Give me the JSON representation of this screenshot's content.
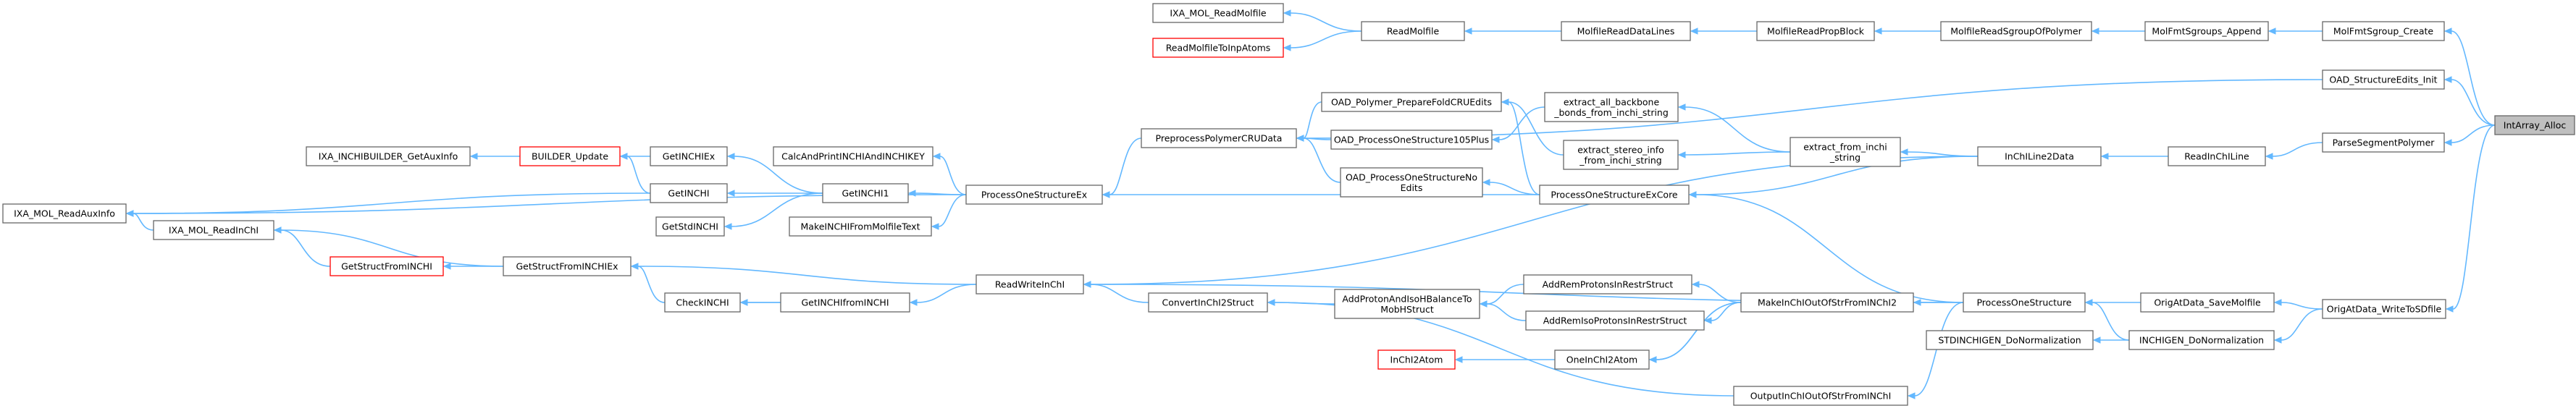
{
  "graph": {
    "edge_color": "#63b8ff",
    "box_border_color": "#666666",
    "highlight_border_color": "#ff0000",
    "root_fill_color": "#bfbfbf",
    "nodes": [
      {
        "id": "IntArray_Alloc",
        "lines": [
          "IntArray_Alloc"
        ],
        "style": "root"
      },
      {
        "id": "MolFmtSgroup_Create",
        "lines": [
          "MolFmtSgroup_Create"
        ]
      },
      {
        "id": "OAD_StructureEdits_Init",
        "lines": [
          "OAD_StructureEdits_Init"
        ]
      },
      {
        "id": "ParseSegmentPolymer",
        "lines": [
          "ParseSegmentPolymer"
        ]
      },
      {
        "id": "OrigAtData_WriteToSDfile",
        "lines": [
          "OrigAtData_WriteToSDfile"
        ]
      },
      {
        "id": "MolFmtSgroups_Append",
        "lines": [
          "MolFmtSgroups_Append"
        ]
      },
      {
        "id": "MolfileReadSgroupOfPolymer",
        "lines": [
          "MolfileReadSgroupOfPolymer"
        ]
      },
      {
        "id": "MolfileReadPropBlock",
        "lines": [
          "MolfileReadPropBlock"
        ]
      },
      {
        "id": "MolfileReadDataLines",
        "lines": [
          "MolfileReadDataLines"
        ]
      },
      {
        "id": "ReadMolfile",
        "lines": [
          "ReadMolfile"
        ]
      },
      {
        "id": "IXA_MOL_ReadMolfile",
        "lines": [
          "IXA_MOL_ReadMolfile"
        ]
      },
      {
        "id": "ReadMolfileToInpAtoms",
        "lines": [
          "ReadMolfileToInpAtoms"
        ],
        "style": "red"
      },
      {
        "id": "ReadInChILine",
        "lines": [
          "ReadInChILine"
        ]
      },
      {
        "id": "InChILine2Data",
        "lines": [
          "InChILine2Data"
        ]
      },
      {
        "id": "extract_from_inchi_string",
        "lines": [
          "extract_from_inchi",
          "_string"
        ]
      },
      {
        "id": "extract_all_backbone",
        "lines": [
          "extract_all_backbone",
          "_bonds_from_inchi_string"
        ]
      },
      {
        "id": "extract_stereo_info",
        "lines": [
          "extract_stereo_info",
          "_from_inchi_string"
        ]
      },
      {
        "id": "OAD_Polymer_PrepareFoldCRUEdits",
        "lines": [
          "OAD_Polymer_PrepareFoldCRUEdits"
        ]
      },
      {
        "id": "OAD_ProcessOneStructure105Plus",
        "lines": [
          "OAD_ProcessOneStructure105Plus"
        ]
      },
      {
        "id": "OAD_ProcessOneStructureNoEdits",
        "lines": [
          "OAD_ProcessOneStructureNo",
          "Edits"
        ]
      },
      {
        "id": "PreprocessPolymerCRUData",
        "lines": [
          "PreprocessPolymerCRUData"
        ]
      },
      {
        "id": "ProcessOneStructureExCore",
        "lines": [
          "ProcessOneStructureExCore"
        ]
      },
      {
        "id": "ProcessOneStructureEx",
        "lines": [
          "ProcessOneStructureEx"
        ]
      },
      {
        "id": "CalcAndPrintINCHIAndINCHIKEY",
        "lines": [
          "CalcAndPrintINCHIAndINCHIKEY"
        ]
      },
      {
        "id": "MakeINCHIFromMolfileText",
        "lines": [
          "MakeINCHIFromMolfileText"
        ]
      },
      {
        "id": "GetINCHI1",
        "lines": [
          "GetINCHI1"
        ]
      },
      {
        "id": "GetINCHIEx",
        "lines": [
          "GetINCHIEx"
        ]
      },
      {
        "id": "GetINCHI",
        "lines": [
          "GetINCHI"
        ]
      },
      {
        "id": "GetStdINCHI",
        "lines": [
          "GetStdINCHI"
        ]
      },
      {
        "id": "BUILDER_Update",
        "lines": [
          "BUILDER_Update"
        ],
        "style": "red"
      },
      {
        "id": "IXA_INCHIBUILDER_GetAuxInfo",
        "lines": [
          "IXA_INCHIBUILDER_GetAuxInfo"
        ]
      },
      {
        "id": "IXA_MOL_ReadAuxInfo",
        "lines": [
          "IXA_MOL_ReadAuxInfo"
        ]
      },
      {
        "id": "IXA_MOL_ReadInChI",
        "lines": [
          "IXA_MOL_ReadInChI"
        ]
      },
      {
        "id": "GetStructFromINCHI",
        "lines": [
          "GetStructFromINCHI"
        ],
        "style": "red"
      },
      {
        "id": "GetStructFromINCHIEx",
        "lines": [
          "GetStructFromINCHIEx"
        ]
      },
      {
        "id": "CheckINCHI",
        "lines": [
          "CheckINCHI"
        ]
      },
      {
        "id": "GetINCHIfromINCHI",
        "lines": [
          "GetINCHIfromINCHI"
        ]
      },
      {
        "id": "ReadWriteInChI",
        "lines": [
          "ReadWriteInChI"
        ]
      },
      {
        "id": "ConvertInChI2Struct",
        "lines": [
          "ConvertInChI2Struct"
        ]
      },
      {
        "id": "AddProtonAndIsoHBalanceToMobHStruct",
        "lines": [
          "AddProtonAndIsoHBalanceTo",
          "MobHStruct"
        ]
      },
      {
        "id": "AddRemProtonsInRestrStruct",
        "lines": [
          "AddRemProtonsInRestrStruct"
        ]
      },
      {
        "id": "AddRemIsoProtonsInRestrStruct",
        "lines": [
          "AddRemIsoProtonsInRestrStruct"
        ]
      },
      {
        "id": "MakeInChIOutOfStrFromINChI2",
        "lines": [
          "MakeInChIOutOfStrFromINChI2"
        ]
      },
      {
        "id": "InChI2Atom",
        "lines": [
          "InChI2Atom"
        ],
        "style": "red"
      },
      {
        "id": "OneInChI2Atom",
        "lines": [
          "OneInChI2Atom"
        ]
      },
      {
        "id": "OutputInChIOutOfStrFromINChI",
        "lines": [
          "OutputInChIOutOfStrFromINChI"
        ]
      },
      {
        "id": "ProcessOneStructure",
        "lines": [
          "ProcessOneStructure"
        ]
      },
      {
        "id": "OrigAtData_SaveMolfile",
        "lines": [
          "OrigAtData_SaveMolfile"
        ]
      },
      {
        "id": "STDINCHIGEN_DoNormalization",
        "lines": [
          "STDINCHIGEN_DoNormalization"
        ]
      },
      {
        "id": "INCHIGEN_DoNormalization",
        "lines": [
          "INCHIGEN_DoNormalization"
        ]
      }
    ],
    "edges": [
      {
        "from": "MolFmtSgroup_Create",
        "to": "IntArray_Alloc"
      },
      {
        "from": "OAD_StructureEdits_Init",
        "to": "IntArray_Alloc"
      },
      {
        "from": "ParseSegmentPolymer",
        "to": "IntArray_Alloc"
      },
      {
        "from": "OrigAtData_WriteToSDfile",
        "to": "IntArray_Alloc"
      },
      {
        "from": "MolFmtSgroups_Append",
        "to": "MolFmtSgroup_Create"
      },
      {
        "from": "MolfileReadSgroupOfPolymer",
        "to": "MolFmtSgroups_Append"
      },
      {
        "from": "MolfileReadPropBlock",
        "to": "MolfileReadSgroupOfPolymer"
      },
      {
        "from": "MolfileReadDataLines",
        "to": "MolfileReadPropBlock"
      },
      {
        "from": "ReadMolfile",
        "to": "MolfileReadDataLines"
      },
      {
        "from": "IXA_MOL_ReadMolfile",
        "to": "ReadMolfile"
      },
      {
        "from": "ReadMolfileToInpAtoms",
        "to": "ReadMolfile"
      },
      {
        "from": "PreprocessPolymerCRUData",
        "to": "OAD_StructureEdits_Init"
      },
      {
        "from": "ReadInChILine",
        "to": "ParseSegmentPolymer"
      },
      {
        "from": "InChILine2Data",
        "to": "ReadInChILine"
      },
      {
        "from": "extract_from_inchi_string",
        "to": "InChILine2Data"
      },
      {
        "from": "ProcessOneStructureExCore",
        "to": "InChILine2Data"
      },
      {
        "from": "ReadWriteInChI",
        "to": "InChILine2Data"
      },
      {
        "from": "extract_all_backbone",
        "to": "extract_from_inchi_string"
      },
      {
        "from": "extract_stereo_info",
        "to": "extract_from_inchi_string"
      },
      {
        "from": "OAD_Polymer_PrepareFoldCRUEdits",
        "to": "extract_stereo_info"
      },
      {
        "from": "OAD_ProcessOneStructure105Plus",
        "to": "extract_all_backbone"
      },
      {
        "from": "OAD_Polymer_PrepareFoldCRUEdits",
        "to": "ProcessOneStructureExCore"
      },
      {
        "from": "OAD_ProcessOneStructureNoEdits",
        "to": "ProcessOneStructureExCore"
      },
      {
        "from": "PreprocessPolymerCRUData",
        "to": "OAD_Polymer_PrepareFoldCRUEdits"
      },
      {
        "from": "PreprocessPolymerCRUData",
        "to": "OAD_ProcessOneStructure105Plus"
      },
      {
        "from": "PreprocessPolymerCRUData",
        "to": "OAD_ProcessOneStructureNoEdits"
      },
      {
        "from": "ProcessOneStructureEx",
        "to": "PreprocessPolymerCRUData"
      },
      {
        "from": "ProcessOneStructureEx",
        "to": "ProcessOneStructureExCore"
      },
      {
        "from": "ProcessOneStructureExCore",
        "to": "ProcessOneStructure"
      },
      {
        "from": "CalcAndPrintINCHIAndINCHIKEY",
        "to": "ProcessOneStructureEx"
      },
      {
        "from": "GetINCHI1",
        "to": "ProcessOneStructureEx"
      },
      {
        "from": "MakeINCHIFromMolfileText",
        "to": "ProcessOneStructureEx"
      },
      {
        "from": "GetINCHIEx",
        "to": "GetINCHI1"
      },
      {
        "from": "GetINCHI",
        "to": "GetINCHI1"
      },
      {
        "from": "GetStdINCHI",
        "to": "GetINCHI1"
      },
      {
        "from": "BUILDER_Update",
        "to": "GetINCHIEx"
      },
      {
        "from": "BUILDER_Update",
        "to": "GetINCHI"
      },
      {
        "from": "IXA_INCHIBUILDER_GetAuxInfo",
        "to": "BUILDER_Update"
      },
      {
        "from": "IXA_MOL_ReadAuxInfo",
        "to": "GetINCHI"
      },
      {
        "from": "IXA_MOL_ReadAuxInfo",
        "to": "ProcessOneStructureEx"
      },
      {
        "from": "IXA_MOL_ReadAuxInfo",
        "to": "IXA_MOL_ReadInChI"
      },
      {
        "from": "IXA_MOL_ReadInChI",
        "to": "GetStructFromINCHI"
      },
      {
        "from": "IXA_MOL_ReadInChI",
        "to": "GetStructFromINCHIEx"
      },
      {
        "from": "GetStructFromINCHI",
        "to": "GetStructFromINCHIEx"
      },
      {
        "from": "GetStructFromINCHIEx",
        "to": "ReadWriteInChI"
      },
      {
        "from": "CheckINCHI",
        "to": "GetStructFromINCHIEx"
      },
      {
        "from": "CheckINCHI",
        "to": "GetINCHIfromINCHI"
      },
      {
        "from": "GetINCHIfromINCHI",
        "to": "CheckINCHI"
      },
      {
        "from": "GetINCHIfromINCHI",
        "to": "ReadWriteInChI"
      },
      {
        "from": "ReadWriteInChI",
        "to": "ProcessOneStructure"
      },
      {
        "from": "ConvertInChI2Struct",
        "to": "ReadWriteInChI"
      },
      {
        "from": "ConvertInChI2Struct",
        "to": "OutputInChIOutOfStrFromINChI"
      },
      {
        "from": "AddProtonAndIsoHBalanceToMobHStruct",
        "to": "ConvertInChI2Struct"
      },
      {
        "from": "AddRemProtonsInRestrStruct",
        "to": "AddProtonAndIsoHBalanceToMobHStruct"
      },
      {
        "from": "AddRemIsoProtonsInRestrStruct",
        "to": "AddProtonAndIsoHBalanceToMobHStruct"
      },
      {
        "from": "MakeInChIOutOfStrFromINChI2",
        "to": "AddRemProtonsInRestrStruct"
      },
      {
        "from": "MakeInChIOutOfStrFromINChI2",
        "to": "AddRemIsoProtonsInRestrStruct"
      },
      {
        "from": "MakeInChIOutOfStrFromINChI2",
        "to": "OneInChI2Atom"
      },
      {
        "from": "InChI2Atom",
        "to": "OneInChI2Atom"
      },
      {
        "from": "OneInChI2Atom",
        "to": "MakeInChIOutOfStrFromINChI2"
      },
      {
        "from": "ProcessOneStructure",
        "to": "MakeInChIOutOfStrFromINChI2"
      },
      {
        "from": "ProcessOneStructure",
        "to": "OutputInChIOutOfStrFromINChI"
      },
      {
        "from": "OrigAtData_SaveMolfile",
        "to": "ProcessOneStructure"
      },
      {
        "from": "OrigAtData_WriteToSDfile",
        "to": "OrigAtData_SaveMolfile"
      },
      {
        "from": "OrigAtData_WriteToSDfile",
        "to": "INCHIGEN_DoNormalization"
      },
      {
        "from": "INCHIGEN_DoNormalization",
        "to": "ProcessOneStructure"
      },
      {
        "from": "STDINCHIGEN_DoNormalization",
        "to": "INCHIGEN_DoNormalization"
      }
    ]
  }
}
